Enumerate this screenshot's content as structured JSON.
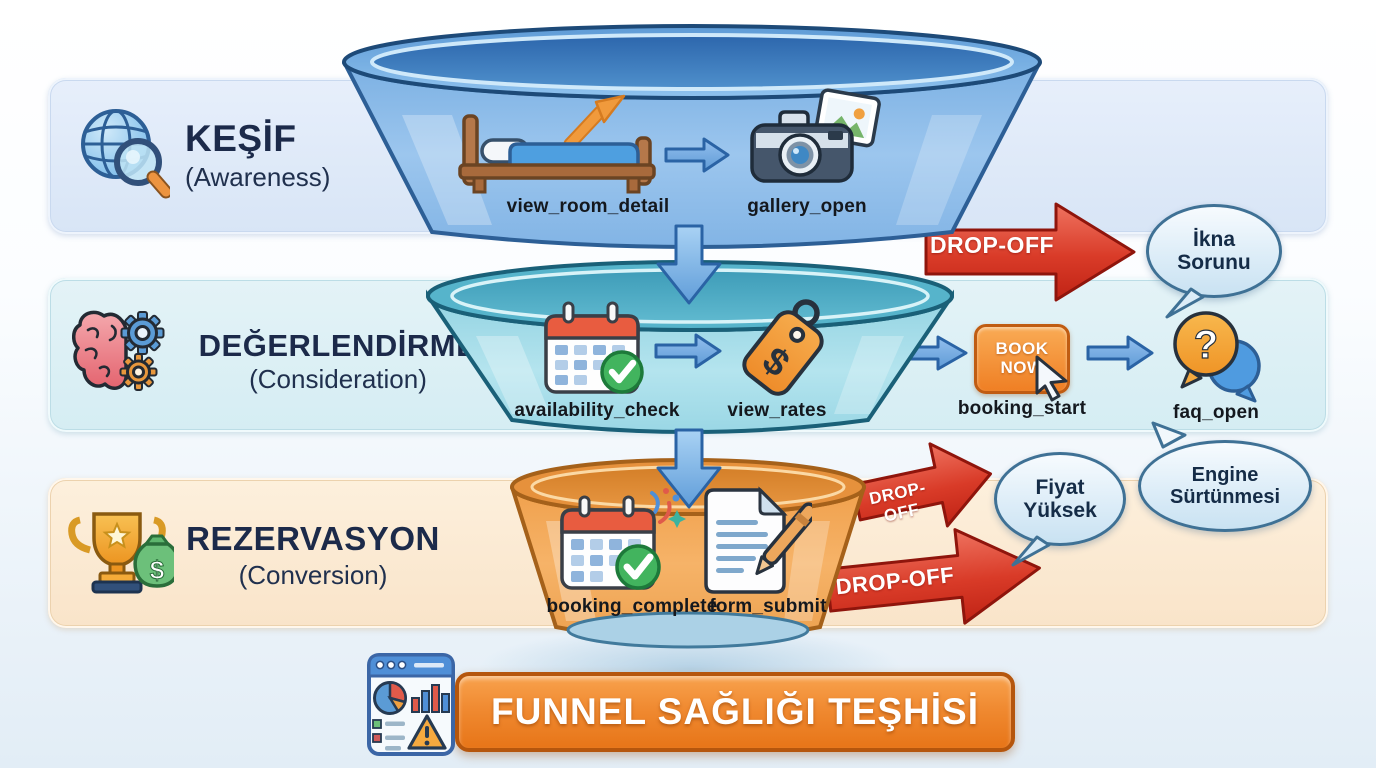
{
  "stages": [
    {
      "title": "KEŞİF",
      "subtitle": "(Awareness)"
    },
    {
      "title": "DEĞERLENDİRME",
      "subtitle": "(Consideration)"
    },
    {
      "title": "REZERVASYON",
      "subtitle": "(Conversion)"
    }
  ],
  "funnel": {
    "awareness_events": [
      "view_room_detail",
      "gallery_open"
    ],
    "consideration_events": [
      "availability_check",
      "view_rates"
    ],
    "consideration_side_events": [
      "booking_start",
      "faq_open"
    ],
    "conversion_events": [
      "booking_complete",
      "form_submit"
    ]
  },
  "book_now": {
    "line1": "BOOK",
    "line2": "NOW"
  },
  "dropoffs": [
    "DROP-OFF",
    "DROP-OFF",
    "DROP-OFF"
  ],
  "bubbles": [
    {
      "line1": "İkna",
      "line2": "Sorunu"
    },
    {
      "line1": "Fiyat",
      "line2": "Yüksek"
    },
    {
      "line1": "Engine",
      "line2": "Sürtünmesi"
    }
  ],
  "banner": {
    "title": "FUNNEL SAĞLIĞI TEŞHİSİ"
  },
  "icons": {
    "dollar": "$",
    "question": "?"
  },
  "colors": {
    "band_awareness": "#dce7f8",
    "band_consideration": "#d9eef3",
    "band_conversion": "#fbe9d2",
    "funnel_top_blue": "#6ea7df",
    "funnel_mid_cyan": "#9ed8e6",
    "funnel_bottom_orange": "#f2a351",
    "dropoff_red": "#c6281a",
    "banner_orange": "#f08a31",
    "title_navy": "#1c2a4a"
  }
}
